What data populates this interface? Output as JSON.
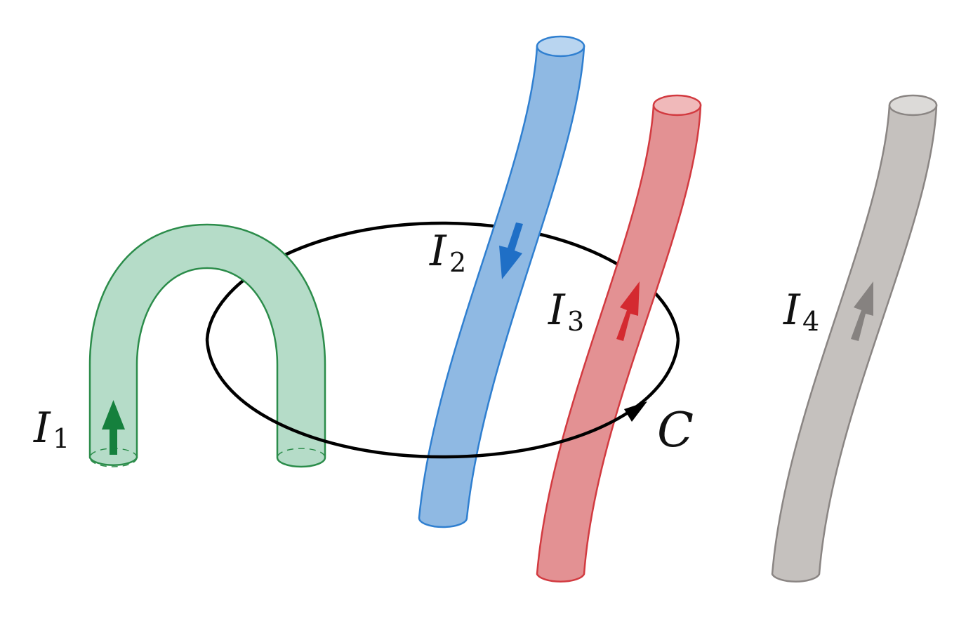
{
  "wires": [
    {
      "id": "I1",
      "symbol": "I",
      "subscript": "1",
      "body_fill": "#b5dcc8",
      "stroke": "#2b8c4a",
      "cap_fill": "#c6e5d4",
      "arrow": "#15803d",
      "direction": "up"
    },
    {
      "id": "I2",
      "symbol": "I",
      "subscript": "2",
      "body_fill": "#8fb9e3",
      "stroke": "#2f7fd0",
      "cap_fill": "#b9d5f0",
      "arrow": "#1f6fc6",
      "direction": "down"
    },
    {
      "id": "I3",
      "symbol": "I",
      "subscript": "3",
      "body_fill": "#e39193",
      "stroke": "#d23a40",
      "cap_fill": "#f0b9ba",
      "arrow": "#d42a30",
      "direction": "up"
    },
    {
      "id": "I4",
      "symbol": "I",
      "subscript": "4",
      "body_fill": "#c5c1be",
      "stroke": "#8a8583",
      "cap_fill": "#dcdad8",
      "arrow": "#868280",
      "direction": "up"
    }
  ],
  "curve": {
    "label": "C",
    "stroke": "#000000",
    "orientation": "counterclockwise"
  }
}
